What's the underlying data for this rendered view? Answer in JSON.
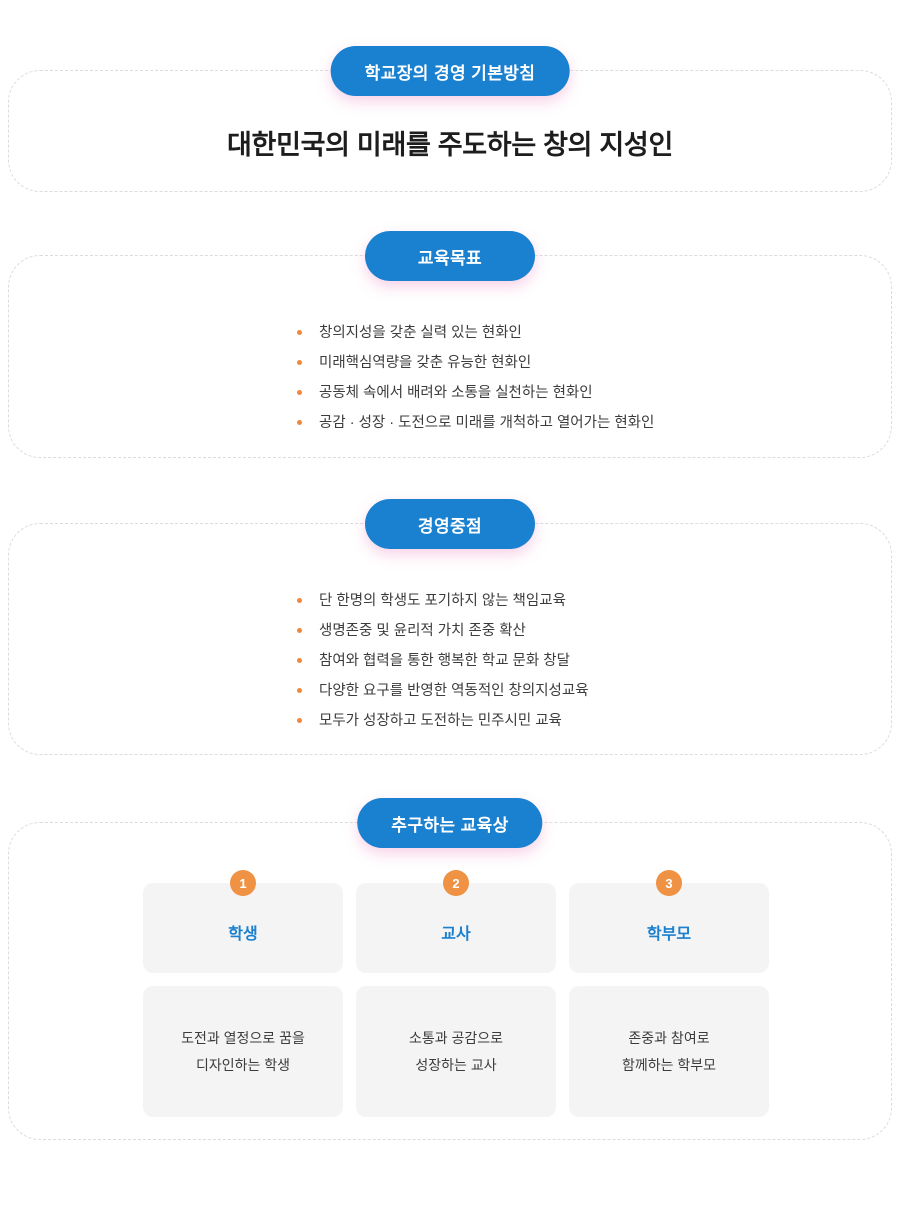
{
  "theme": {
    "badge_color": "#1a80d0",
    "accent_orange": "#f0883c",
    "card_bg": "#f4f4f4",
    "dashed_border": "#dcdcdc",
    "headline_color": "#1d1d1d"
  },
  "sections": {
    "policy": {
      "badge": "학교장의 경영 기본방침",
      "headline": "대한민국의 미래를 주도하는 창의 지성인"
    },
    "goals": {
      "badge": "교육목표",
      "items": [
        "창의지성을 갖춘 실력 있는 현화인",
        "미래핵심역량을 갖춘 유능한 현화인",
        "공동체 속에서 배려와 소통을 실천하는 현화인",
        "공감 · 성장 · 도전으로 미래를 개척하고 열어가는 현화인"
      ]
    },
    "focus": {
      "badge": "경영중점",
      "items": [
        "단 한명의 학생도 포기하지 않는 책임교육",
        "생명존중 및 윤리적 가치 존중 확산",
        "참여와 협력을 통한 행복한 학교 문화 창달",
        "다양한 요구를 반영한 역동적인 창의지성교육",
        "모두가 성장하고 도전하는 민주시민 교육"
      ]
    },
    "pursuit": {
      "badge": "추구하는 교육상",
      "cards": [
        {
          "number": "1",
          "role": "학생",
          "line1": "도전과 열정으로 꿈을",
          "line2": "디자인하는 학생"
        },
        {
          "number": "2",
          "role": "교사",
          "line1": "소통과 공감으로",
          "line2": "성장하는 교사"
        },
        {
          "number": "3",
          "role": "학부모",
          "line1": "존중과 참여로",
          "line2": "함께하는 학부모"
        }
      ]
    }
  }
}
